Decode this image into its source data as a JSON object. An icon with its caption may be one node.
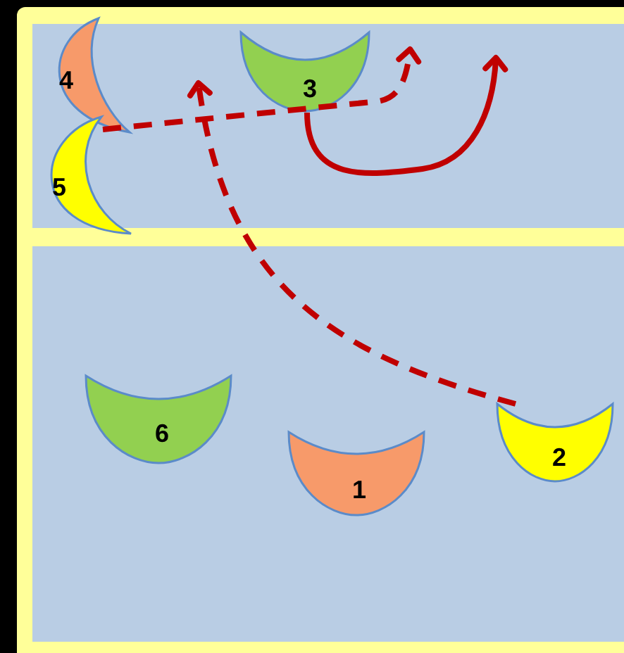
{
  "diagram": {
    "nodes": [
      {
        "text": [],
        "shape": "box"
      },
      {
        "text": [
          "4"
        ],
        "in": 0
      },
      {
        "text": [
          "5"
        ],
        "in": 0
      },
      {
        "text": [
          "3"
        ],
        "in": 0
      },
      {
        "text": [],
        "shape": "box"
      },
      {
        "text": [
          "6"
        ],
        "in": 4
      },
      {
        "text": [
          "1"
        ],
        "in": 4
      },
      {
        "text": [
          "2"
        ],
        "in": 4
      }
    ],
    "edges": [
      {
        "from": 1,
        "to": null,
        "arrow": "to",
        "style": "dashed"
      },
      {
        "from": 3,
        "to": null,
        "arrow": "to"
      },
      {
        "from": 7,
        "to": null,
        "arrow": "to",
        "style": "dashed"
      }
    ]
  }
}
